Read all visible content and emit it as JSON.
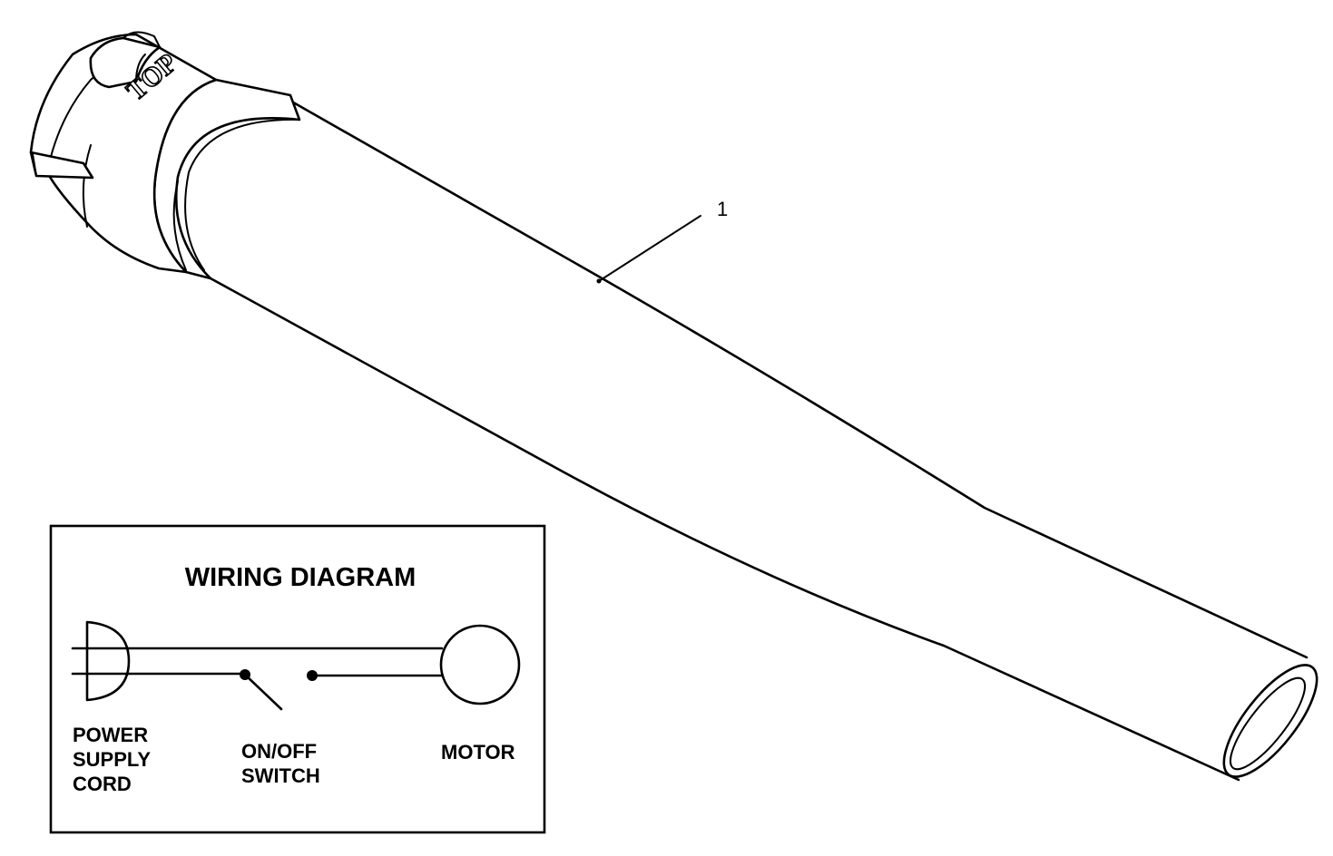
{
  "part_callout": {
    "number": "1"
  },
  "nozzle": {
    "embossed_text": "TOP"
  },
  "wiring_diagram": {
    "title": "WIRING DIAGRAM",
    "labels": {
      "cord": [
        "POWER",
        "SUPPLY",
        "CORD"
      ],
      "switch": [
        "ON/OFF",
        "SWITCH"
      ],
      "motor": [
        "MOTOR"
      ]
    }
  },
  "colors": {
    "ink": "#000000",
    "paper": "#ffffff"
  }
}
